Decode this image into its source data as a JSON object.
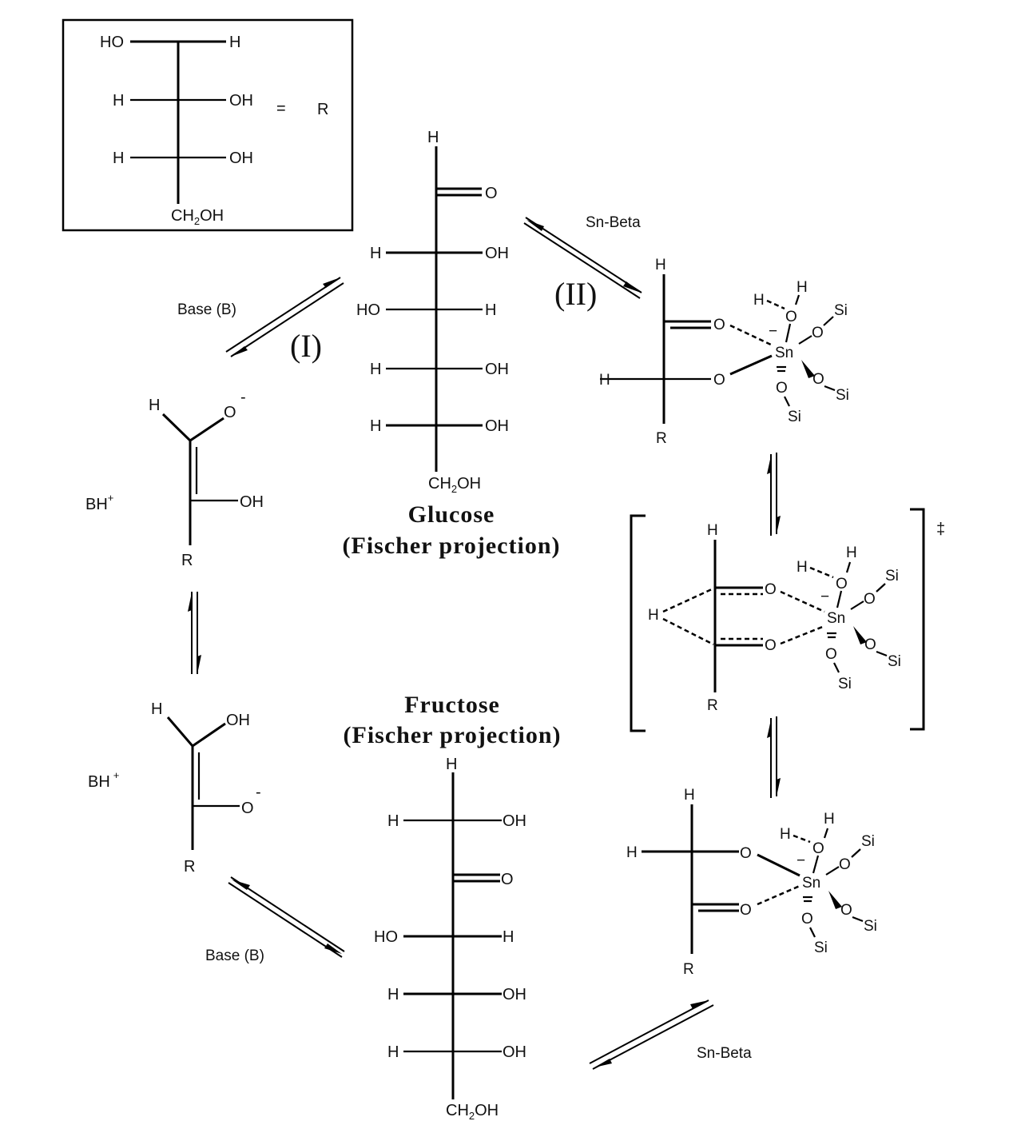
{
  "legend_box": {
    "rows": [
      {
        "left": "HO",
        "right": "H"
      },
      {
        "left": "H",
        "right": "OH"
      },
      {
        "left": "H",
        "right": "OH"
      }
    ],
    "bottom": "CH",
    "bottom_sub": "2",
    "bottom_tail": "OH",
    "equals": "=",
    "symbol": "R"
  },
  "glucose": {
    "top": "H",
    "carbonyl_o": "O",
    "rows": [
      {
        "left": "H",
        "right": "OH"
      },
      {
        "left": "HO",
        "right": "H"
      },
      {
        "left": "H",
        "right": "OH"
      },
      {
        "left": "H",
        "right": "OH"
      }
    ],
    "bottom": "CH",
    "bottom_sub": "2",
    "bottom_tail": "OH",
    "name": "Glucose",
    "projection": "(Fischer projection)"
  },
  "fructose": {
    "name": "Fructose",
    "projection": "(Fischer projection)",
    "top": "H",
    "row1": {
      "left": "H",
      "right": "OH"
    },
    "carbonyl_o": "O",
    "rows": [
      {
        "left": "HO",
        "right": "H"
      },
      {
        "left": "H",
        "right": "OH"
      },
      {
        "left": "H",
        "right": "OH"
      }
    ],
    "bottom": "CH",
    "bottom_sub": "2",
    "bottom_tail": "OH"
  },
  "pathway_labels": {
    "base_top": "Base (B)",
    "base_bottom": "Base (B)",
    "route_I": "(I)",
    "route_II": "(II)",
    "sn_beta_top": "Sn-Beta",
    "sn_beta_bottom": "Sn-Beta"
  },
  "enediolate_1": {
    "h": "H",
    "o_minus": "O",
    "charge": "-",
    "oh": "OH",
    "r": "R",
    "counter_ion": "BH",
    "counter_charge": "+"
  },
  "enediolate_2": {
    "h": "H",
    "oh": "OH",
    "o_minus": "O",
    "charge": "-",
    "r": "R",
    "counter_ion": "BH",
    "counter_charge": "+"
  },
  "sn_complex_glucose": {
    "h_top": "H",
    "o_carbonyl": "O",
    "h_left": "H",
    "o_alkoxide": "O",
    "r": "R",
    "sn": "Sn",
    "charge": "−",
    "water_h1": "H",
    "water_h2": "H",
    "water_o": "O",
    "o_si_1": "O",
    "si_1": "Si",
    "o_si_2": "O",
    "si_2": "Si",
    "o_si_3": "O",
    "si_3": "Si"
  },
  "transition_state": {
    "h_top": "H",
    "h_bridge": "H",
    "o_1": "O",
    "o_2": "O",
    "r": "R",
    "sn": "Sn",
    "charge": "−",
    "water_h1": "H",
    "water_h2": "H",
    "water_o": "O",
    "o_si_1": "O",
    "si_1": "Si",
    "o_si_2": "O",
    "si_2": "Si",
    "o_si_3": "O",
    "si_3": "Si",
    "double_dagger": "‡"
  },
  "sn_complex_fructose": {
    "h_top": "H",
    "h_left": "H",
    "o_alkoxide": "O",
    "o_carbonyl": "O",
    "r": "R",
    "sn": "Sn",
    "charge": "−",
    "water_h1": "H",
    "water_h2": "H",
    "water_o": "O",
    "o_si_1": "O",
    "si_1": "Si",
    "o_si_2": "O",
    "si_2": "Si",
    "o_si_3": "O",
    "si_3": "Si"
  }
}
